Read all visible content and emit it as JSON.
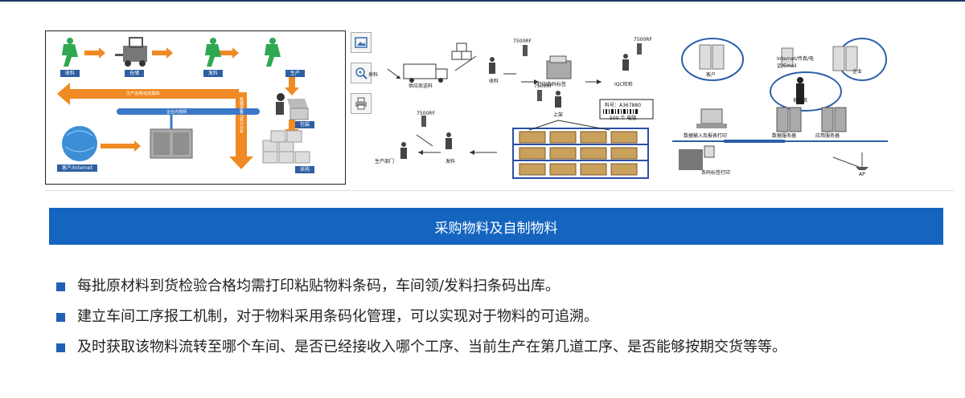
{
  "figure1": {
    "labels": {
      "receive": "收料",
      "warehouse": "仓储",
      "ship": "发料",
      "produce": "生产",
      "pack": "包装",
      "customer": "客户/Internet",
      "purchase": "采购",
      "intranet": "企业内部网",
      "trace": "生产追溯/动态跟踪",
      "vertical": "数据采集与统计分析"
    }
  },
  "toolbar": [
    {
      "icon": "image-icon"
    },
    {
      "icon": "zoom-in-icon"
    },
    {
      "icon": "print-icon"
    }
  ],
  "figure2": {
    "labels": {
      "arrive": "来料",
      "transport": "供应商送料",
      "receiving": "收料",
      "print_label": "打印条码标签",
      "iqc": "IQC检验",
      "rf1": "7500RF",
      "rf2": "7500RF",
      "rf3": "7500RF",
      "rf4": "7500RF",
      "shelf": "上架",
      "barcode_no": "料号：A367880",
      "barcode_qty": "500 个 电阻",
      "production": "生产部门",
      "issue": "发料"
    }
  },
  "figure3": {
    "labels": {
      "customer": "客户",
      "internet": "Internet/传真/电话/Email",
      "enterprise": "企业",
      "supplier": "供应商",
      "data_input": "数据输入及报表打印",
      "db_server": "数据服务器",
      "app_server": "应用服务器",
      "barcode_print": "条码标签打印",
      "ap": "AP"
    }
  },
  "banner": "采购物料及自制物料",
  "bullets": [
    "每批原材料到货检验合格均需打印粘贴物料条码，车间领/发料扫条码出库。",
    "建立车间工序报工机制，对于物料采用条码化管理，可以实现对于物料的可追溯。",
    "及时获取该物料流转至哪个车间、是否已经接收入哪个工序、当前生产在第几道工序、是否能够按期交货等等。"
  ]
}
